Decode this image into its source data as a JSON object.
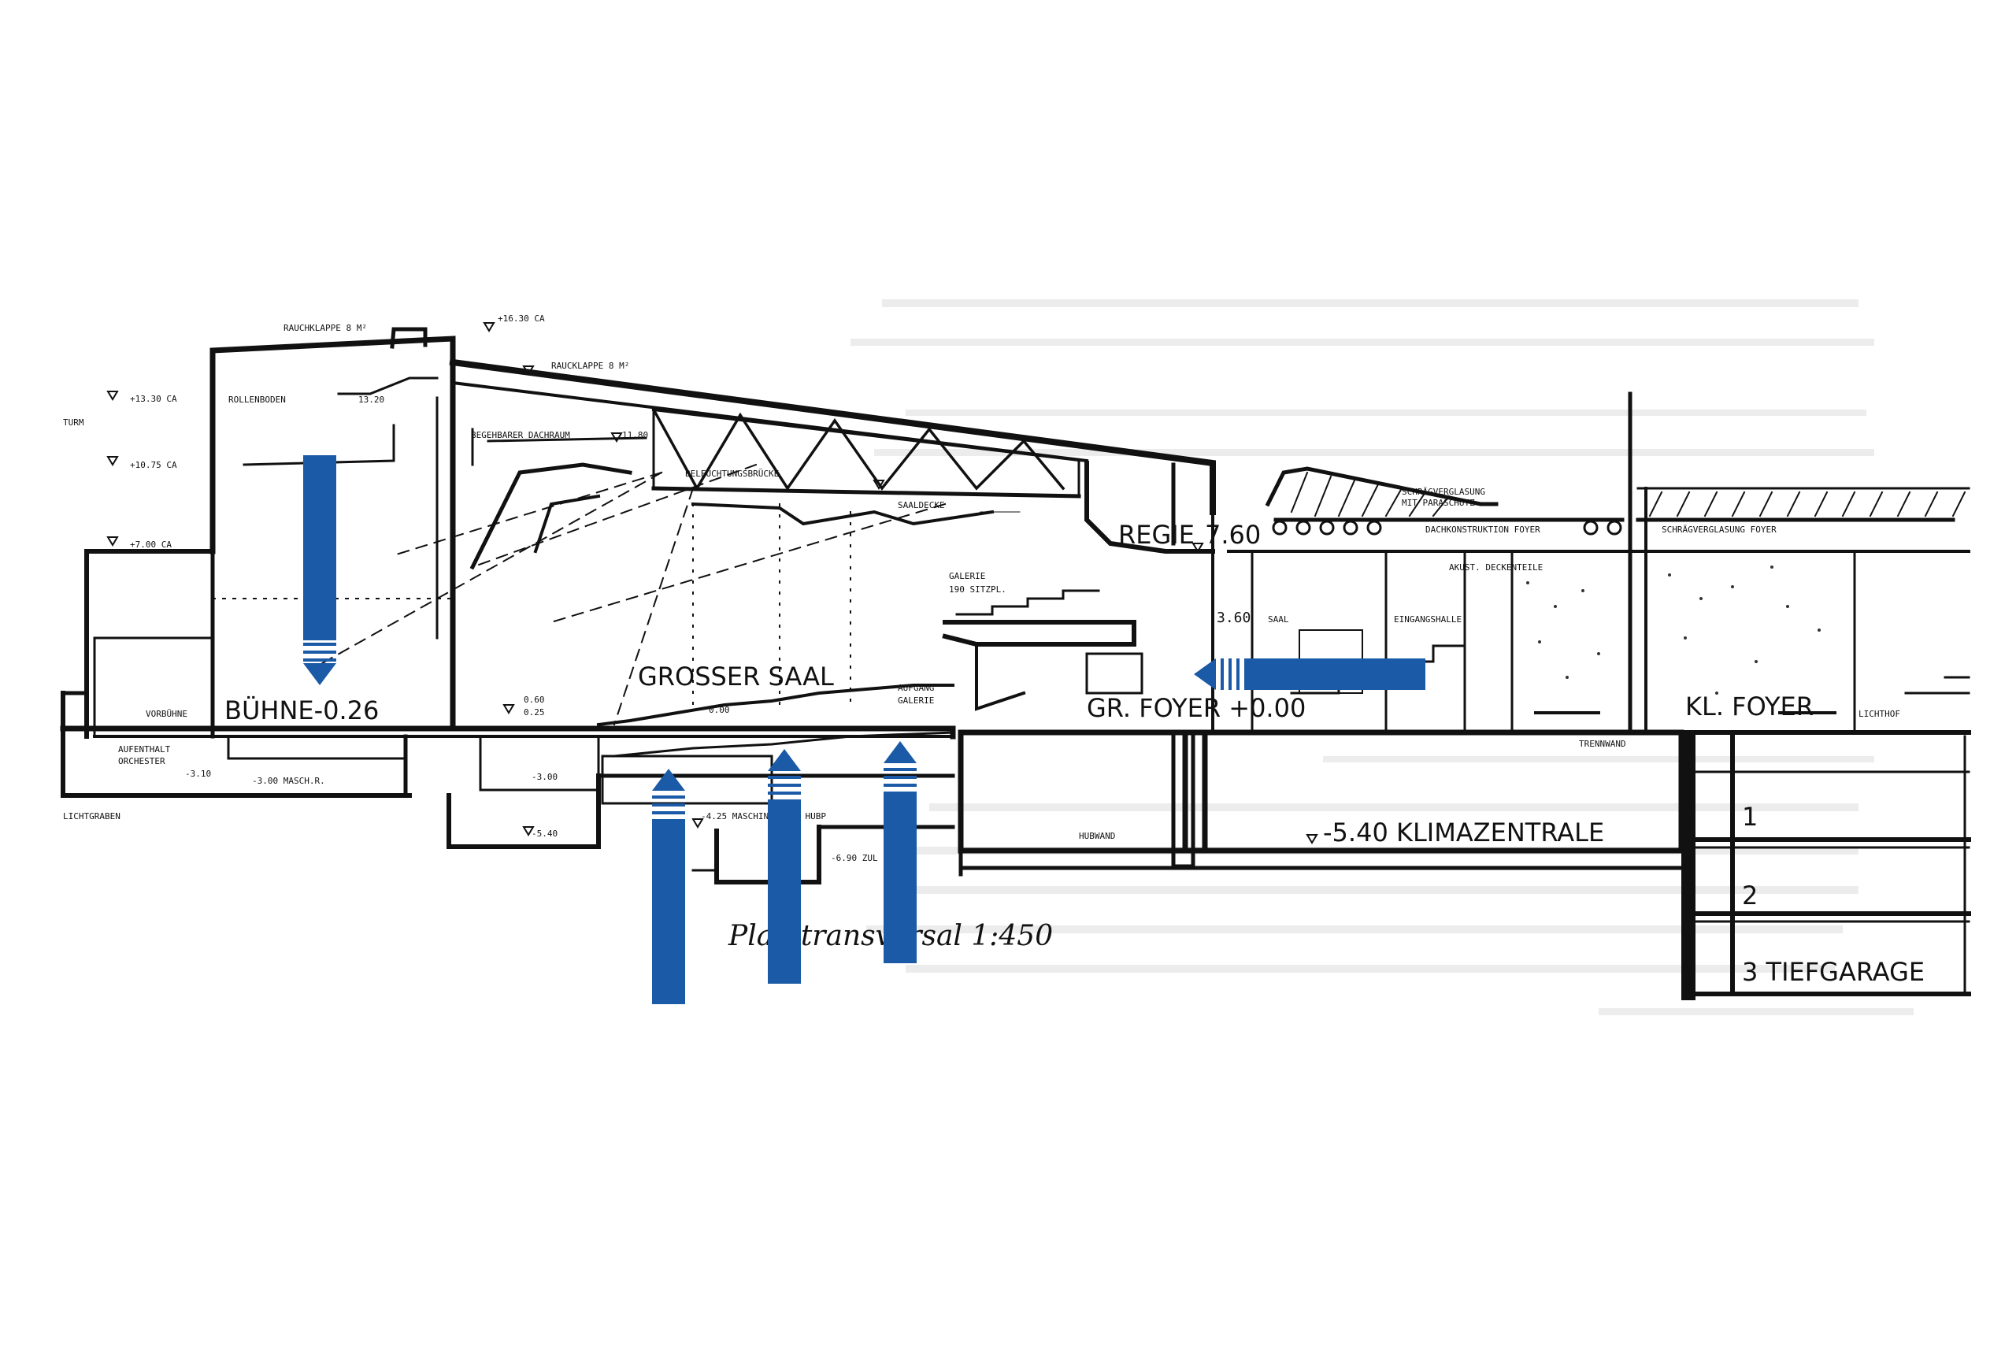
{
  "caption": "Plan transversal 1:450",
  "accent_color": "#1a5aa6",
  "labels": {
    "rauchklappe_1": "RAUCHKLAPPE 8 M²",
    "rauchklappe_2": "RAUCKLAPPE 8 M²",
    "level_1630": "+16.30 CA",
    "level_1330": "+13.30 CA",
    "level_1075": "+10.75 CA",
    "level_700": "+7.00 CA",
    "turm": "TURM",
    "rollenboden": "ROLLENBODEN",
    "rollenboden_level": "13.20",
    "beg_dachraum": "BEGEHBARER DACHRAUM",
    "beg_dachraum_level": "11.80",
    "beleuchtungsbruecke": "BELEUCHTUNGSBRÜCKE",
    "saaldecke": "SAALDECKE",
    "regie": "REGIE",
    "regie_level": "7.60",
    "galerie": "GALERIE",
    "galerie_sitze": "190 SITZPL.",
    "schraegverglasung_1": "SCHRÄGVERGLASUNG",
    "schraegverglasung_1b": "MIT PARASCHUTZ",
    "dachkonstruktion": "DACHKONSTRUKTION FOYER",
    "akust_deckenteile": "AKUST. DECKENTEILE",
    "schraegverglasung_2": "SCHRÄGVERGLASUNG FOYER",
    "eingangshalle": "EINGANGSHALLE",
    "saal": "SAAL",
    "level_360": "3.60",
    "vorbuehne": "VORBÜHNE",
    "buehne": "BÜHNE-0.26",
    "grosser_saal": "GROSSER SAAL",
    "level_060": "0.60",
    "level_025": "0.25",
    "level_000": "0.00",
    "aufgang_galerie_1": "AUFGANG",
    "aufgang_galerie_2": "GALERIE",
    "gr_foyer": "GR. FOYER +0.00",
    "kl_foyer": "KL. FOYER",
    "lichthof": "LICHTHOF",
    "trennwand": "TRENNWAND",
    "aufenthalt_1": "AUFENTHALT",
    "aufenthalt_2": "ORCHESTER",
    "level_310": "-3.10",
    "masch_r": "-3.00 MASCH.R.",
    "level_300": "-3.00",
    "level_540a": "-5.40",
    "maschinenraum": "-4.25 MASCHINENRAUM HUBP",
    "level_690": "-6.90 ZUL",
    "hubwand": "HUBWAND",
    "klimazentrale": "-5.40 KLIMAZENTRALE",
    "lichtgraben": "LICHTGRABEN",
    "tg_1": "1",
    "tg_2": "2",
    "tg_3": "3 TIEFGARAGE"
  }
}
